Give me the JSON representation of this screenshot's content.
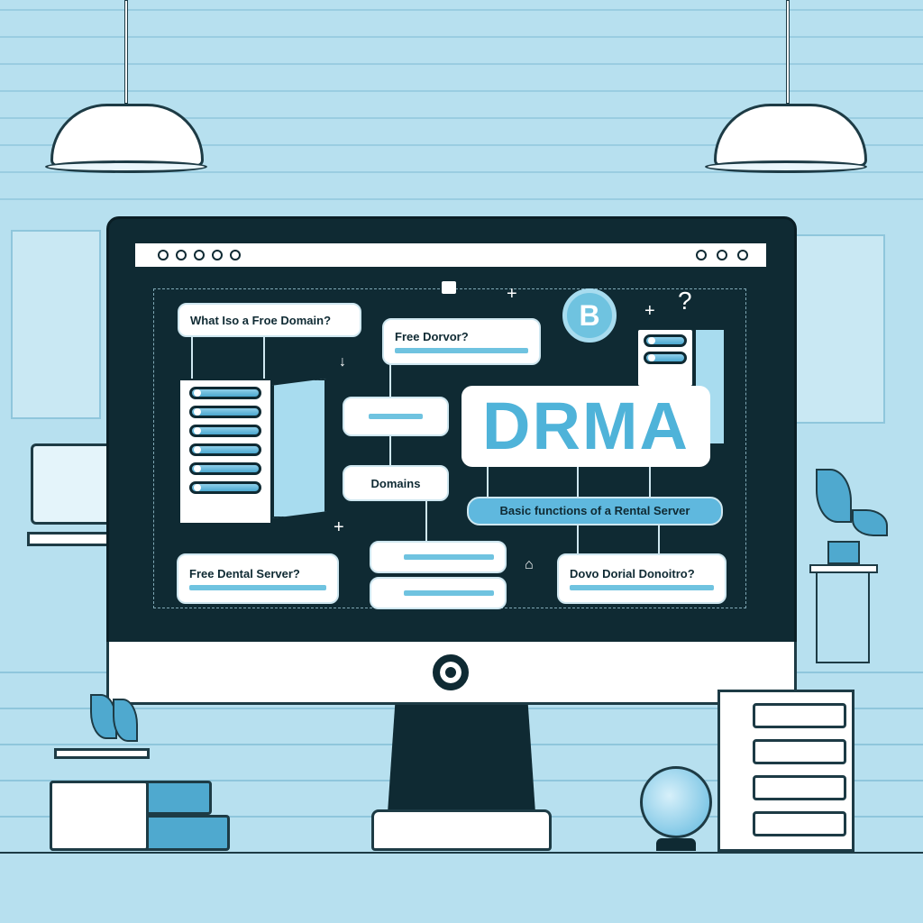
{
  "browser": {
    "window_dots": 5,
    "right_dots": 3
  },
  "cards": {
    "what_is": "What Iso a Froe Domain?",
    "free_dorvor": "Free Dorvor?",
    "domains": "Domains",
    "free_dental": "Free Dental Server?",
    "dovo_dorial": "Dovo Dorial Donoitro?"
  },
  "logo_text": "DRMA",
  "badge_letter": "B",
  "subtitle_pill": "Basic functions of a Rental Server",
  "question_mark": "?",
  "colors": {
    "background": "#b7e0ef",
    "screen": "#0f2a33",
    "accent": "#4fb3d9"
  }
}
